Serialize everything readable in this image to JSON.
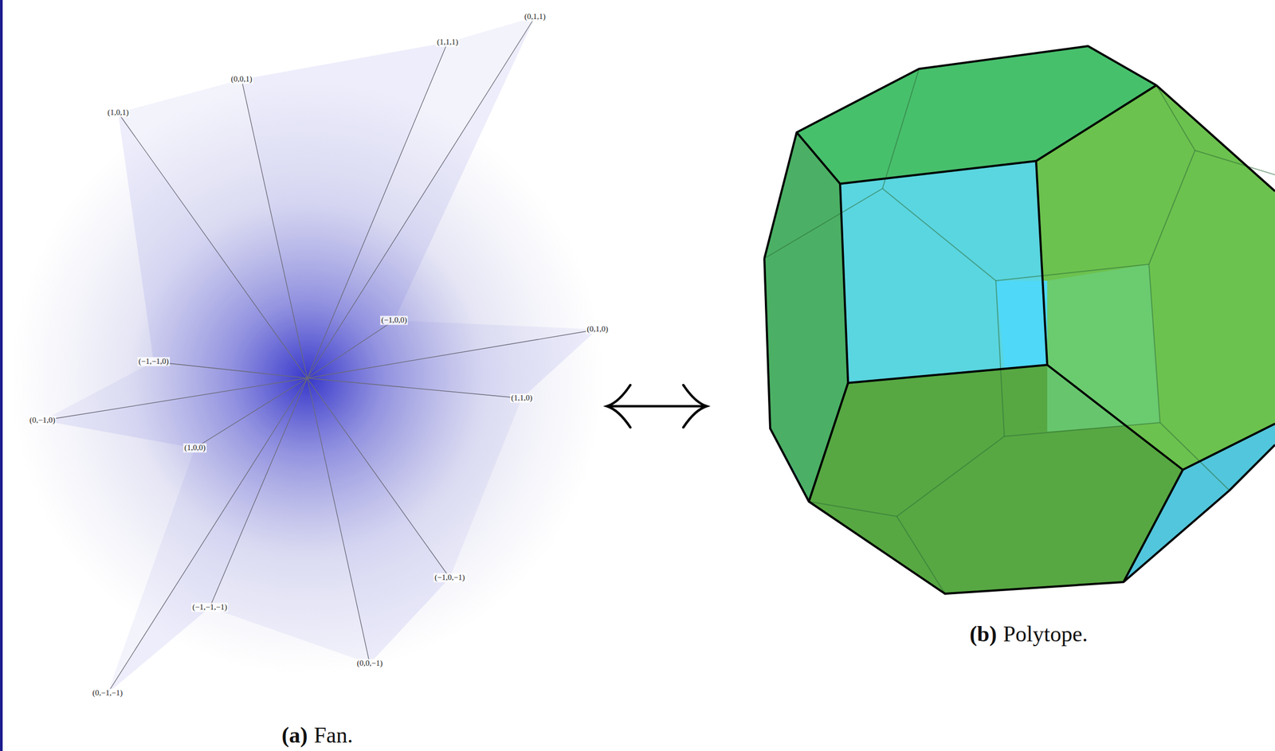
{
  "diagram": {
    "labels": [
      "(0,1,1)",
      "(1,1,1)",
      "(0,0,1)",
      "(1,0,1)",
      "(−1,0,0)",
      "(0,1,0)",
      "(−1,−1,0)",
      "(1,1,0)",
      "(0,−1,0)",
      "(1,0,0)",
      "(−1,0,−1)",
      "(−1,−1,−1)",
      "(0,0,−1)",
      "(0,−1,−1)",
      "(a)",
      "Fan.",
      "(b)",
      "Polytope."
    ]
  }
}
